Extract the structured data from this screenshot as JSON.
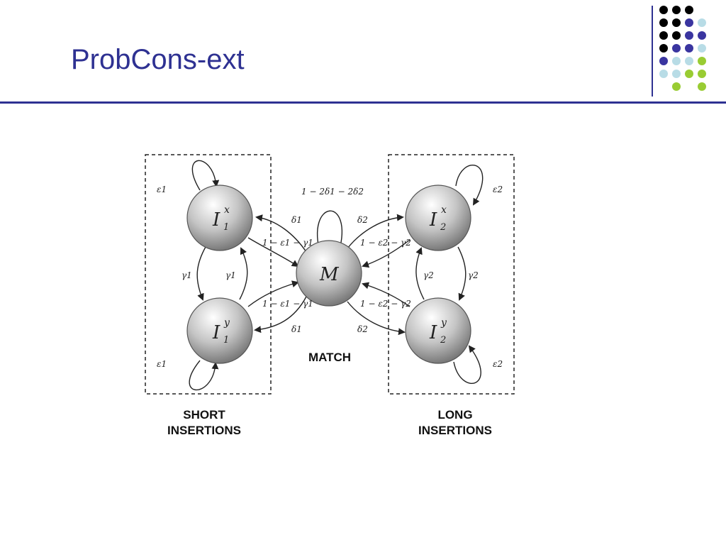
{
  "slide": {
    "title": "ProbCons-ext"
  },
  "theme": {
    "accent": "#2e3192",
    "black": "#000000",
    "purple": "#3a35a0",
    "light_blue": "#b8dce6",
    "green": "#99cc33"
  },
  "dots": {
    "rows": [
      [
        "black",
        "black",
        "black",
        null
      ],
      [
        "black",
        "black",
        "purple",
        "light_blue"
      ],
      [
        "black",
        "black",
        "purple",
        "purple"
      ],
      [
        "black",
        "purple",
        "purple",
        "light_blue"
      ],
      [
        "purple",
        "light_blue",
        "light_blue",
        "green"
      ],
      [
        "light_blue",
        "light_blue",
        "green",
        "green"
      ],
      [
        null,
        "green",
        null,
        "green"
      ]
    ]
  },
  "diagram": {
    "states": {
      "i1x": {
        "base": "I",
        "sub": "1",
        "sup": "x"
      },
      "i1y": {
        "base": "I",
        "sub": "1",
        "sup": "y"
      },
      "m": {
        "base": "M"
      },
      "i2x": {
        "base": "I",
        "sub": "2",
        "sup": "x"
      },
      "i2y": {
        "base": "I",
        "sub": "2",
        "sup": "y"
      }
    },
    "labels": {
      "eps1_top": "ε1",
      "eps1_bottom": "ε1",
      "eps2_top": "ε2",
      "eps2_bottom": "ε2",
      "gamma1_left": "γ1",
      "gamma1_right": "γ1",
      "gamma2_left": "γ2",
      "gamma2_right": "γ2",
      "delta1_top": "δ1",
      "delta1_bottom": "δ1",
      "delta2_top": "δ2",
      "delta2_bottom": "δ2",
      "m_loop": "1 − 2δ1 − 2δ2",
      "m_to_i1x": "1 − ε1 − γ1",
      "m_to_i1y": "1 − ε1 − γ1",
      "m_to_i2x": "1 − ε2 − γ2",
      "m_to_i2y": "1 − ε2 − γ2"
    },
    "groups": {
      "match": "MATCH",
      "short_line1": "SHORT",
      "short_line2": "INSERTIONS",
      "long_line1": "LONG",
      "long_line2": "INSERTIONS"
    }
  }
}
